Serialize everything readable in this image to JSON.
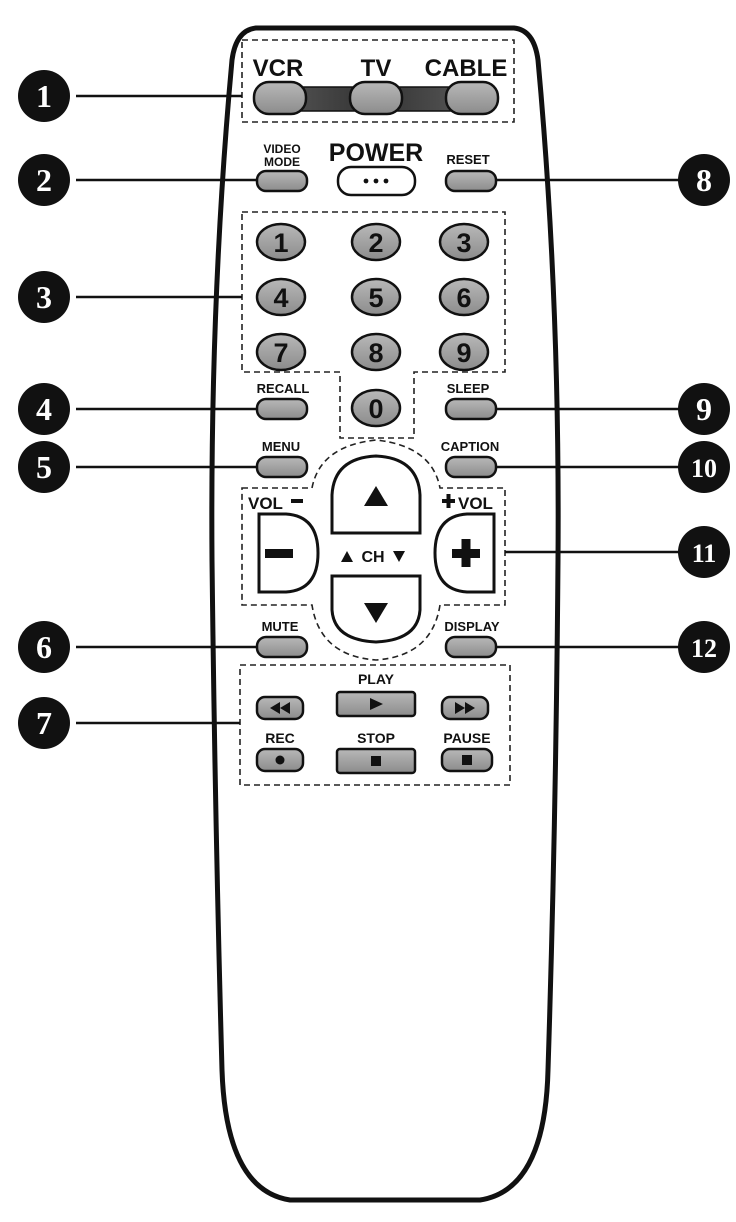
{
  "mode_labels": {
    "vcr": "VCR",
    "tv": "TV",
    "cable": "CABLE"
  },
  "labels": {
    "video_mode_1": "VIDEO",
    "video_mode_2": "MODE",
    "power": "POWER",
    "reset": "RESET",
    "recall": "RECALL",
    "sleep": "SLEEP",
    "menu": "MENU",
    "caption": "CAPTION",
    "vol_minus": "VOL",
    "vol_plus": "VOL",
    "ch": "CH",
    "mute": "MUTE",
    "display": "DISPLAY",
    "play": "PLAY",
    "rec": "REC",
    "stop": "STOP",
    "pause": "PAUSE"
  },
  "digits": [
    "1",
    "2",
    "3",
    "4",
    "5",
    "6",
    "7",
    "8",
    "9",
    "0"
  ],
  "callouts": [
    "1",
    "2",
    "3",
    "4",
    "5",
    "6",
    "7",
    "8",
    "9",
    "10",
    "11",
    "12"
  ],
  "colors": {
    "button_gray": "#9a9a9a",
    "outline": "#111111",
    "badge": "#111111"
  },
  "icons": {
    "power": "dots-icon",
    "rewind": "rewind-icon",
    "play": "play-icon",
    "fast_forward": "fast-forward-icon",
    "rec": "record-dot-icon",
    "stop": "stop-square-icon",
    "pause": "pause-square-icon",
    "ch_up": "triangle-up-icon",
    "ch_down": "triangle-down-icon",
    "vol_minus": "minus-icon",
    "vol_plus": "plus-icon"
  }
}
